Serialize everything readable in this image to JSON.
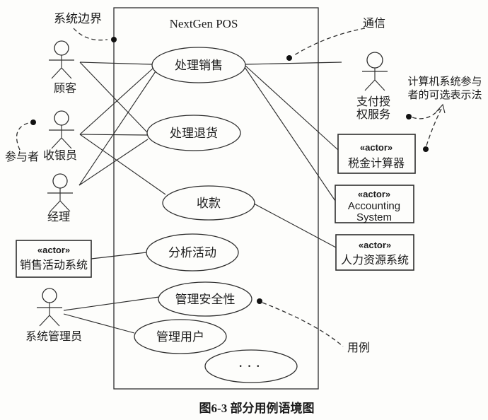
{
  "title": {
    "system_name": "NextGen POS",
    "caption": "图6-3  部分用例语境图"
  },
  "annotations": {
    "system_boundary": "系统边界",
    "communication": "通信",
    "participant": "参与者",
    "alt_notation_line1": "计算机系统参与",
    "alt_notation_line2": "者的可选表示法",
    "use_case": "用例"
  },
  "actors": {
    "customer": "顾客",
    "cashier": "收银员",
    "manager": "经理",
    "system_admin": "系统管理员",
    "payment_auth_line1": "支付授",
    "payment_auth_line2": "权服务"
  },
  "use_cases": {
    "process_sale": "处理销售",
    "handle_returns": "处理退货",
    "cash_in": "收款",
    "analyze_activity": "分析活动",
    "manage_security": "管理安全性",
    "manage_users": "管理用户",
    "ellipsis": "···"
  },
  "system_actors": {
    "stereotype": "«actor»",
    "sales_activity": "销售活动系统",
    "tax_calculator": "税金计算器",
    "accounting_line1": "Accounting",
    "accounting_line2": "System",
    "hr_system": "人力资源系统"
  },
  "colors": {
    "ink": "#2e2e2e",
    "paper": "#fdfdfb"
  }
}
